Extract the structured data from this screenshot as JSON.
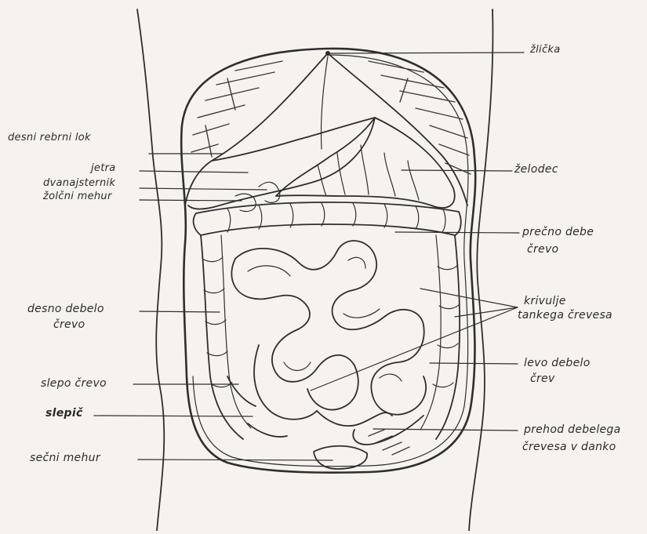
{
  "labels": {
    "zlicka": "žlička",
    "desni_rebrni_lok": "desni rebrni lok",
    "jetra": "jetra",
    "dvanajsternik": "dvanajsternik",
    "zolcni_mehur": "žolčni mehur",
    "zelodec": "želodec",
    "precno_debelo_1": "prečno debe",
    "precno_debelo_2": "črevo",
    "desno_debelo_1": "desno debelo",
    "desno_debelo_2": "črevo",
    "krivulje_1": "krivulje",
    "krivulje_2": "tankega črevesa",
    "levo_debelo_1": "levo debelo",
    "levo_debelo_2": "črev",
    "slepo_crevo": "slepo črevo",
    "slepic": "slepič",
    "prehod_1": "prehod debelega",
    "prehod_2": "črevesa v danko",
    "secni_mehur": "sečni mehur"
  }
}
